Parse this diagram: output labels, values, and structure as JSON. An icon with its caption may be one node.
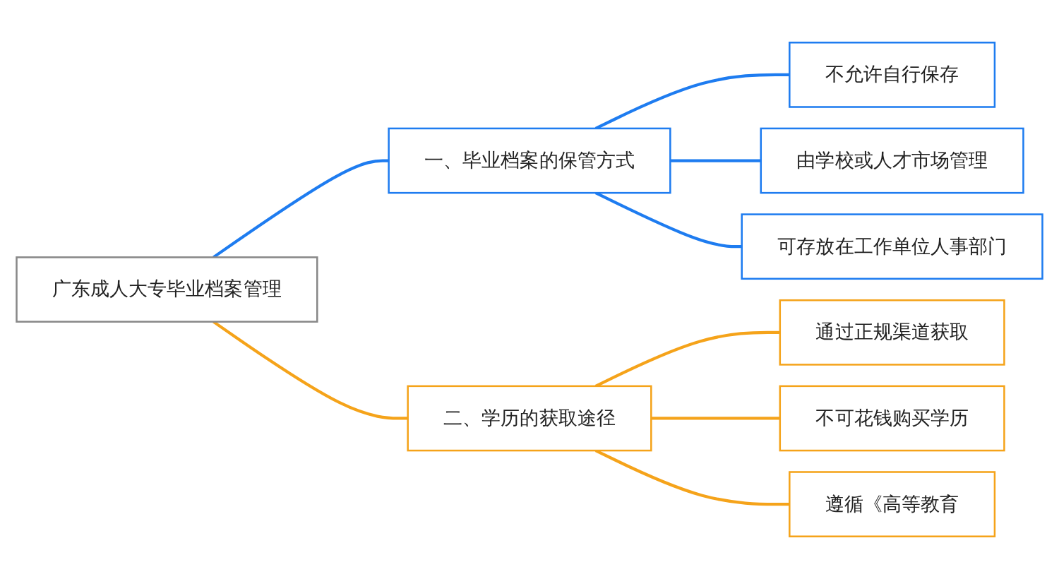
{
  "diagram": {
    "nodes": [
      {
        "text": [
          "广东成人大专毕业档案管理"
        ]
      },
      {
        "text": [
          "一、毕业档案的保管方式"
        ]
      },
      {
        "text": [
          "不允许自行保存"
        ]
      },
      {
        "text": [
          "由学校或人才市场管理"
        ]
      },
      {
        "text": [
          "可存放在工作单位人事部门"
        ]
      },
      {
        "text": [
          "二、学历的获取途径"
        ]
      },
      {
        "text": [
          "通过正规渠道获取"
        ]
      },
      {
        "text": [
          "不可花钱购买学历"
        ]
      },
      {
        "text": [
          "遵循《高等教育"
        ]
      }
    ],
    "edges": [
      {
        "from": 0,
        "to": 1,
        "arrow": "none",
        "color": "#1e7cf0"
      },
      {
        "from": 1,
        "to": 2,
        "arrow": "none",
        "color": "#1e7cf0"
      },
      {
        "from": 1,
        "to": 3,
        "arrow": "none",
        "color": "#1e7cf0"
      },
      {
        "from": 1,
        "to": 4,
        "arrow": "none",
        "color": "#1e7cf0"
      },
      {
        "from": 0,
        "to": 5,
        "arrow": "none",
        "color": "#f5a31a"
      },
      {
        "from": 5,
        "to": 6,
        "arrow": "none",
        "color": "#f5a31a"
      },
      {
        "from": 5,
        "to": 7,
        "arrow": "none",
        "color": "#f5a31a"
      },
      {
        "from": 5,
        "to": 8,
        "arrow": "none",
        "color": "#f5a31a"
      }
    ]
  }
}
